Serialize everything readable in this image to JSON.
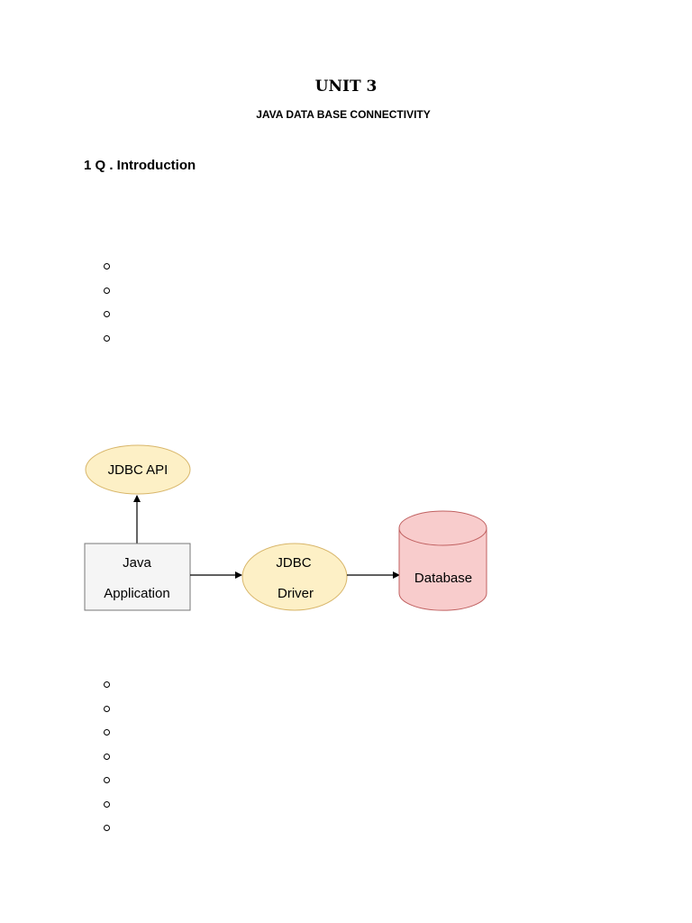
{
  "document": {
    "title": "UNIT 3",
    "subtitle": "JAVA DATA BASE CONNECTIVITY",
    "section_heading": "1 Q . Introduction"
  },
  "diagram": {
    "jdbc_api": "JDBC API",
    "java_app_line1": "Java",
    "java_app_line2": "Application",
    "jdbc_driver_line1": "JDBC",
    "jdbc_driver_line2": "Driver",
    "database": "Database",
    "colors": {
      "api_fill": "#fdf0c6",
      "api_stroke": "#d8b66a",
      "app_fill": "#f5f5f5",
      "app_stroke": "#777777",
      "db_fill": "#f8cccc",
      "db_stroke": "#c06060"
    }
  },
  "lists": {
    "top_bullet_count": 4,
    "bottom_bullet_count": 7
  }
}
